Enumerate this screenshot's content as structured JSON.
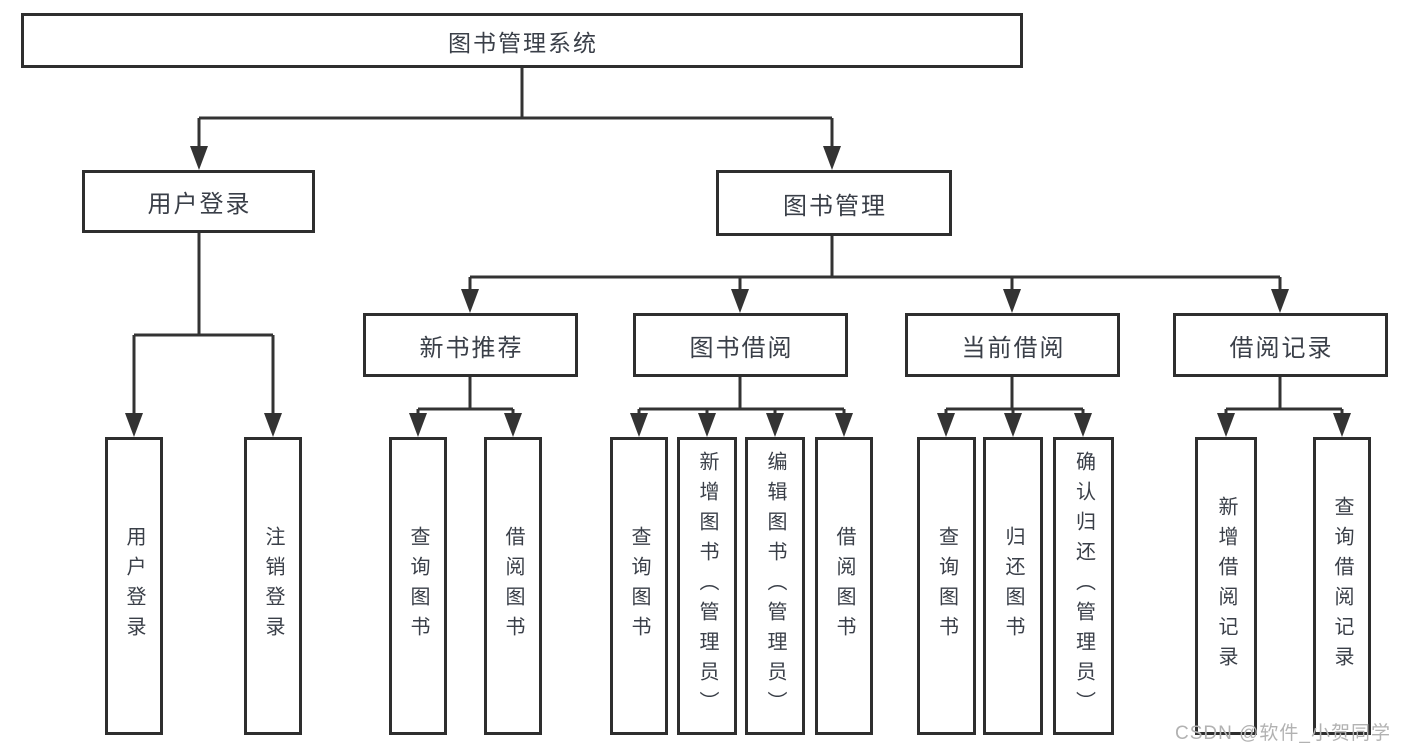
{
  "tree": {
    "label": "图书管理系统",
    "children": [
      {
        "label": "用户登录",
        "children": [
          {
            "label": "用户登录"
          },
          {
            "label": "注销登录"
          }
        ]
      },
      {
        "label": "图书管理",
        "children": [
          {
            "label": "新书推荐",
            "children": [
              {
                "label": "查询图书"
              },
              {
                "label": "借阅图书"
              }
            ]
          },
          {
            "label": "图书借阅",
            "children": [
              {
                "label": "查询图书"
              },
              {
                "label": "新增图书（管理员）"
              },
              {
                "label": "编辑图书（管理员）"
              },
              {
                "label": "借阅图书"
              }
            ]
          },
          {
            "label": "当前借阅",
            "children": [
              {
                "label": "查询图书"
              },
              {
                "label": "归还图书"
              },
              {
                "label": "确认归还（管理员）"
              }
            ]
          },
          {
            "label": "借阅记录",
            "children": [
              {
                "label": "新增借阅记录"
              },
              {
                "label": "查询借阅记录"
              }
            ]
          }
        ]
      }
    ]
  },
  "watermark": "CSDN @软件_小贺同学",
  "colors": {
    "line": "#333333",
    "box_border": "#2e2e2e",
    "text": "#3a3f48",
    "watermark": "#b2b2b2",
    "background": "#ffffff"
  }
}
